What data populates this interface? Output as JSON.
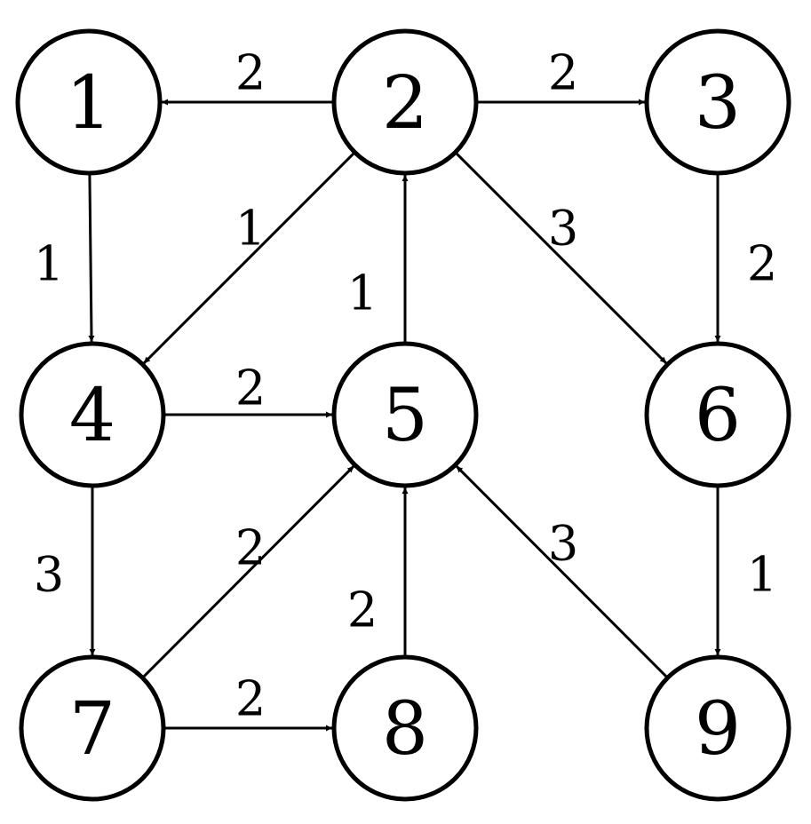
{
  "nodes": [
    {
      "id": "1",
      "label": "1"
    },
    {
      "id": "2",
      "label": "2"
    },
    {
      "id": "3",
      "label": "3"
    },
    {
      "id": "4",
      "label": "4"
    },
    {
      "id": "5",
      "label": "5"
    },
    {
      "id": "6",
      "label": "6"
    },
    {
      "id": "7",
      "label": "7"
    },
    {
      "id": "8",
      "label": "8"
    },
    {
      "id": "9",
      "label": "9"
    }
  ],
  "edges": [
    {
      "from": "2",
      "to": "1",
      "weight": "2"
    },
    {
      "from": "2",
      "to": "3",
      "weight": "2"
    },
    {
      "from": "1",
      "to": "4",
      "weight": "1"
    },
    {
      "from": "2",
      "to": "4",
      "weight": "1"
    },
    {
      "from": "5",
      "to": "2",
      "weight": "1"
    },
    {
      "from": "2",
      "to": "6",
      "weight": "3"
    },
    {
      "from": "3",
      "to": "6",
      "weight": "2"
    },
    {
      "from": "4",
      "to": "5",
      "weight": "2"
    },
    {
      "from": "4",
      "to": "7",
      "weight": "3"
    },
    {
      "from": "7",
      "to": "5",
      "weight": "2"
    },
    {
      "from": "8",
      "to": "5",
      "weight": "2"
    },
    {
      "from": "9",
      "to": "5",
      "weight": "3"
    },
    {
      "from": "6",
      "to": "9",
      "weight": "1"
    },
    {
      "from": "7",
      "to": "8",
      "weight": "2"
    }
  ]
}
